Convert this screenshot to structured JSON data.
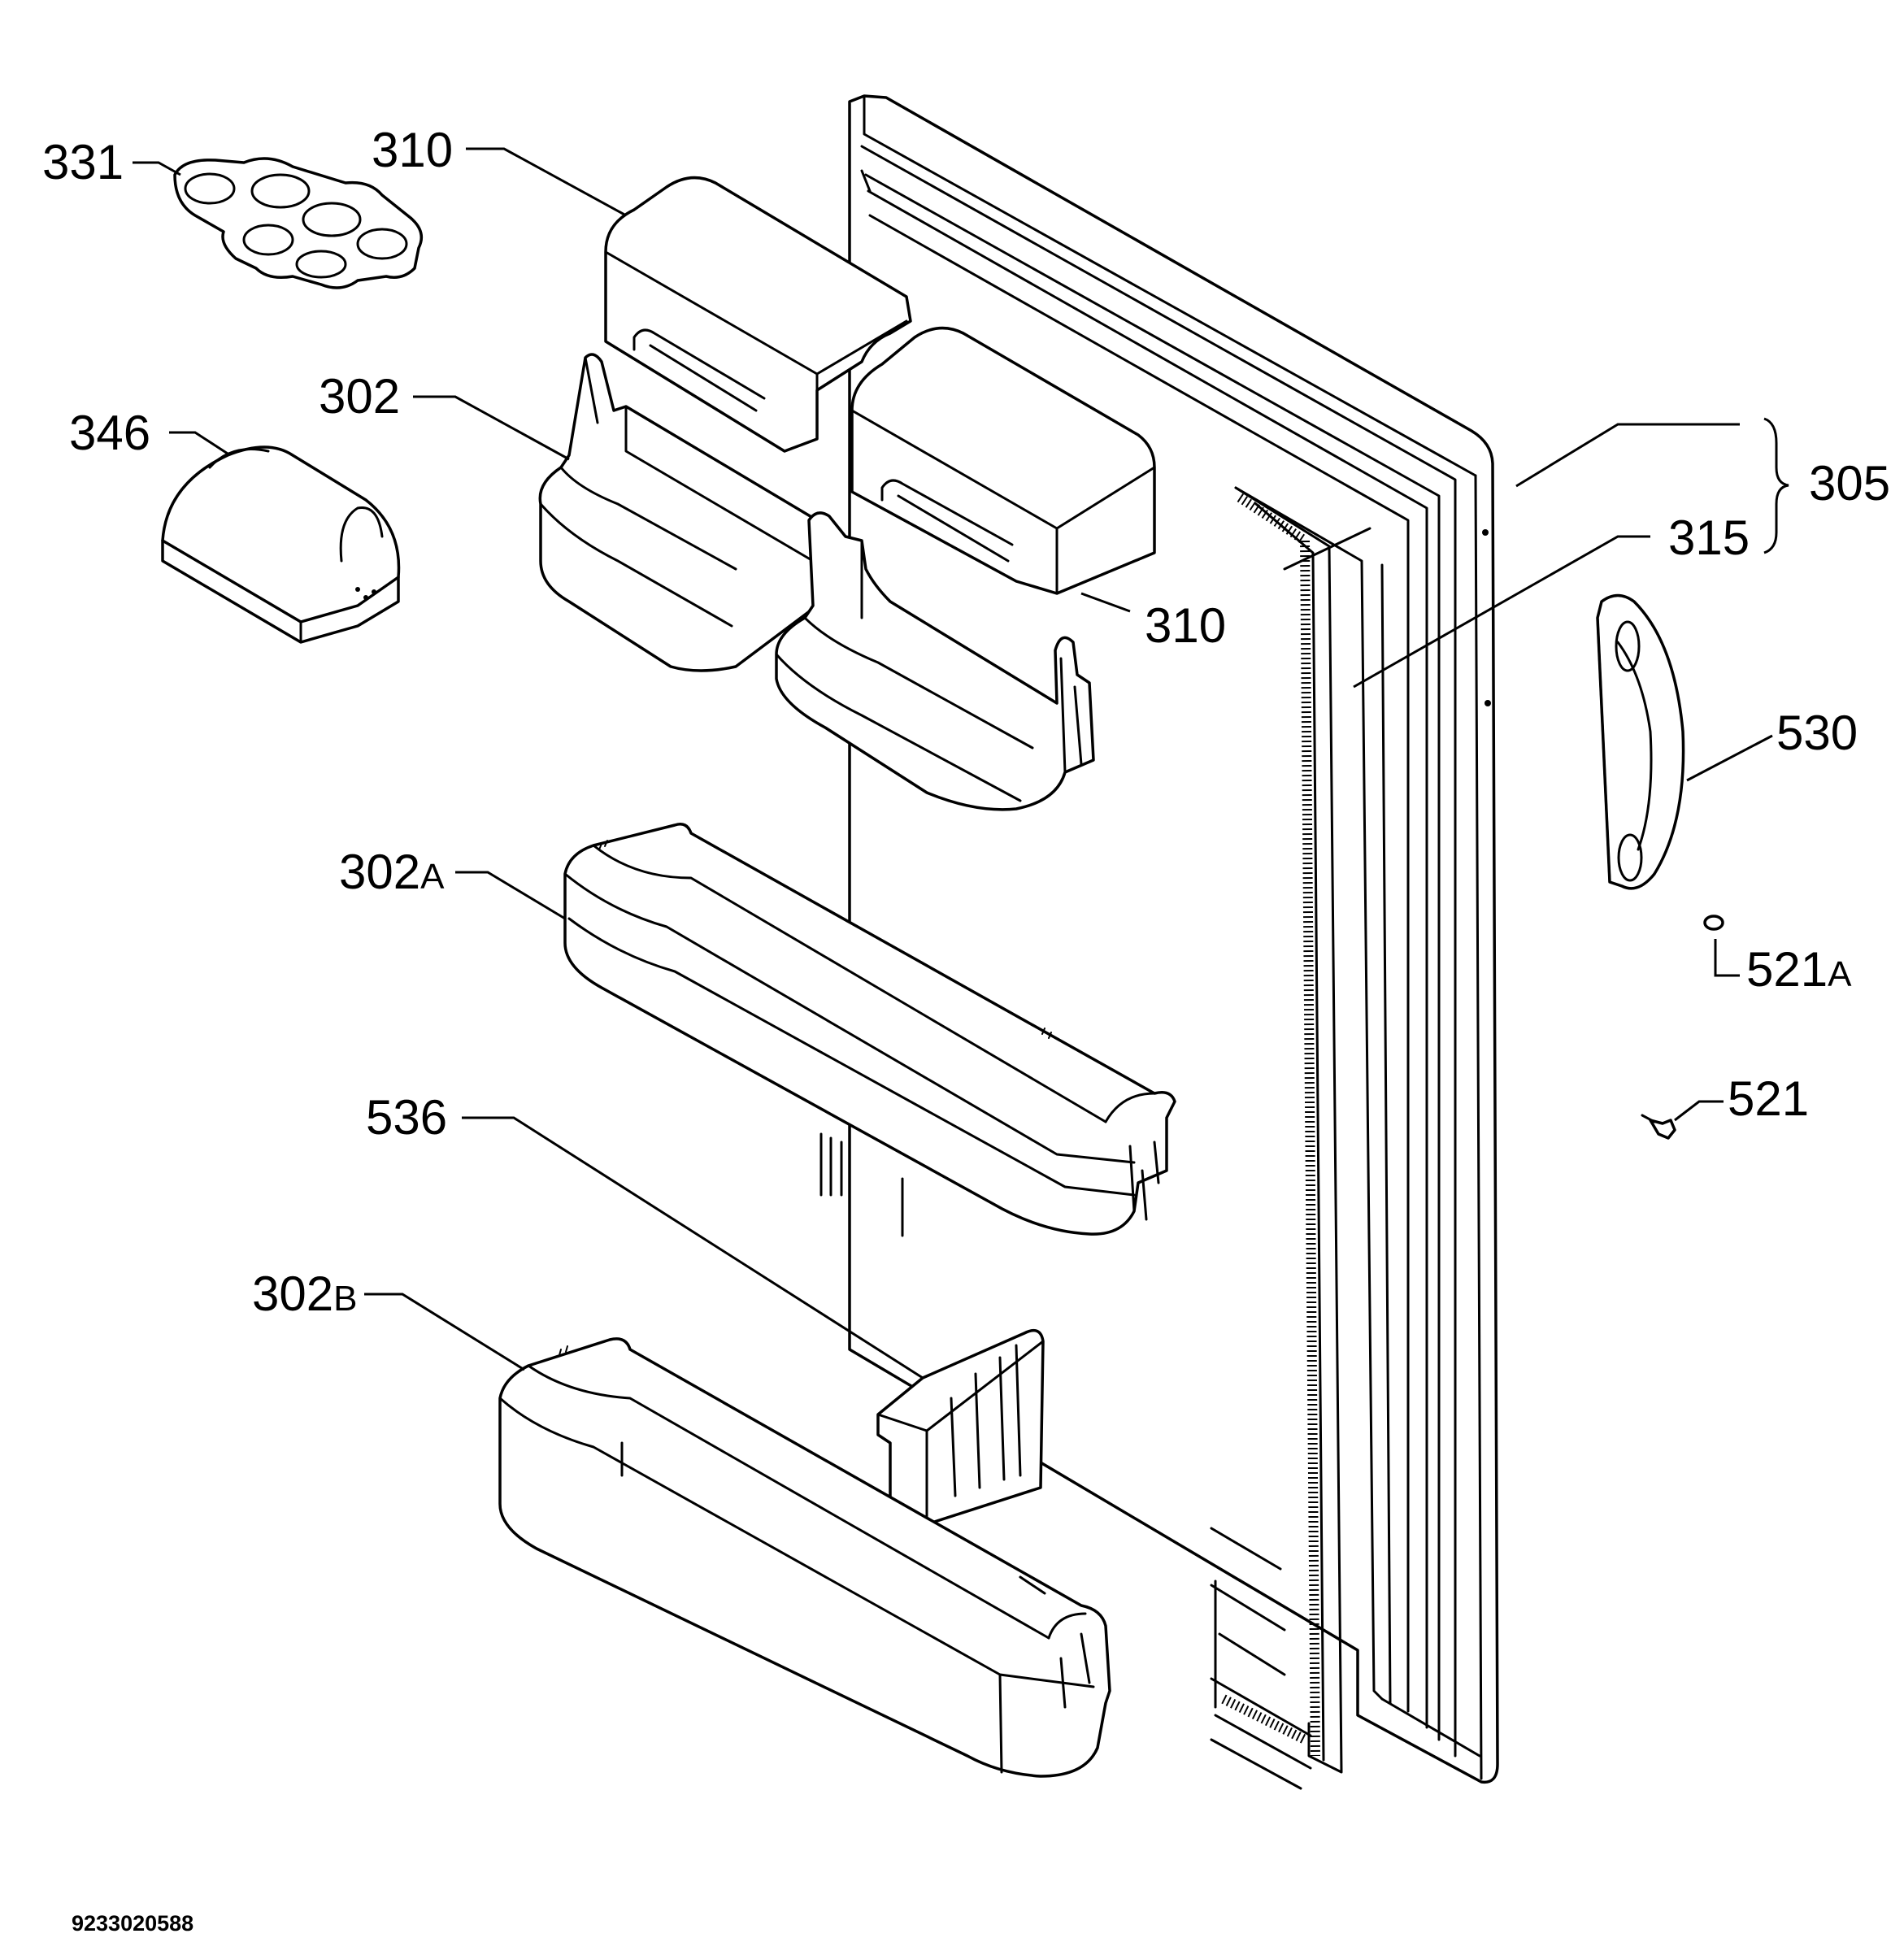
{
  "diagram": {
    "document_number": "9233020588",
    "parts": [
      {
        "id": "p331",
        "label": "331",
        "icon": "egg-tray-icon"
      },
      {
        "id": "p310a",
        "label": "310",
        "icon": "box-lid-icon"
      },
      {
        "id": "p302",
        "label": "302",
        "icon": "door-bin-icon"
      },
      {
        "id": "p346",
        "label": "346",
        "icon": "butter-dish-icon"
      },
      {
        "id": "p310b",
        "label": "310",
        "icon": "box-lid-icon"
      },
      {
        "id": "p302a",
        "label": "302",
        "suffix": "A",
        "icon": "door-shelf-icon"
      },
      {
        "id": "p536",
        "label": "536",
        "icon": "bottle-divider-icon"
      },
      {
        "id": "p302b",
        "label": "302",
        "suffix": "B",
        "icon": "door-shelf-icon"
      },
      {
        "id": "p305",
        "label": "305",
        "icon": "door-assembly-icon"
      },
      {
        "id": "p315",
        "label": "315",
        "icon": "door-gasket-icon"
      },
      {
        "id": "p530",
        "label": "530",
        "icon": "door-handle-icon"
      },
      {
        "id": "p521a",
        "label": "521",
        "suffix": "A",
        "icon": "cap-icon"
      },
      {
        "id": "p521",
        "label": "521",
        "icon": "screw-icon"
      }
    ]
  }
}
